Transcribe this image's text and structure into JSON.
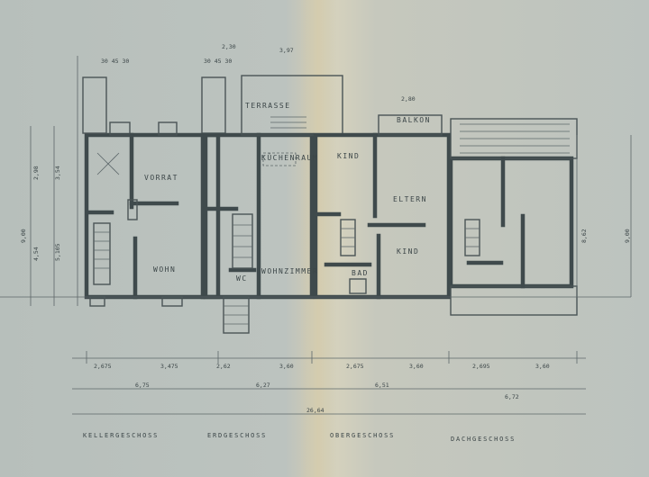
{
  "rooms": {
    "vorrat": "VORRAT",
    "wohn": "WOHN",
    "terrasse": "TERRASSE",
    "kueche": "KÜCHENRAUM",
    "wohnzimmer": "WOHNZIMMER",
    "wc": "WC",
    "kind": "KIND",
    "eltern": "ELTERN",
    "bad": "BAD",
    "balkon": "BALKON"
  },
  "dims": {
    "top": [
      "30 45 30",
      "30 45 30",
      "2,30",
      "3,97",
      "2,80"
    ],
    "row1": [
      "2,675",
      "3,475",
      "2,62",
      "3,60",
      "2,675",
      "3,60",
      "2,695",
      "3,60"
    ],
    "row2": [
      "6,75",
      "6,27",
      "6,51",
      "6,72"
    ],
    "total": "26,64",
    "left": [
      "9,00",
      "2,98",
      "4,54",
      "3,54",
      "5,105"
    ],
    "right": [
      "8,62",
      "9,00"
    ]
  },
  "floors": [
    "KELLERGESCHOSS",
    "ERDGESCHOSS",
    "OBERGESCHOSS",
    "DACHGESCHOSS"
  ]
}
